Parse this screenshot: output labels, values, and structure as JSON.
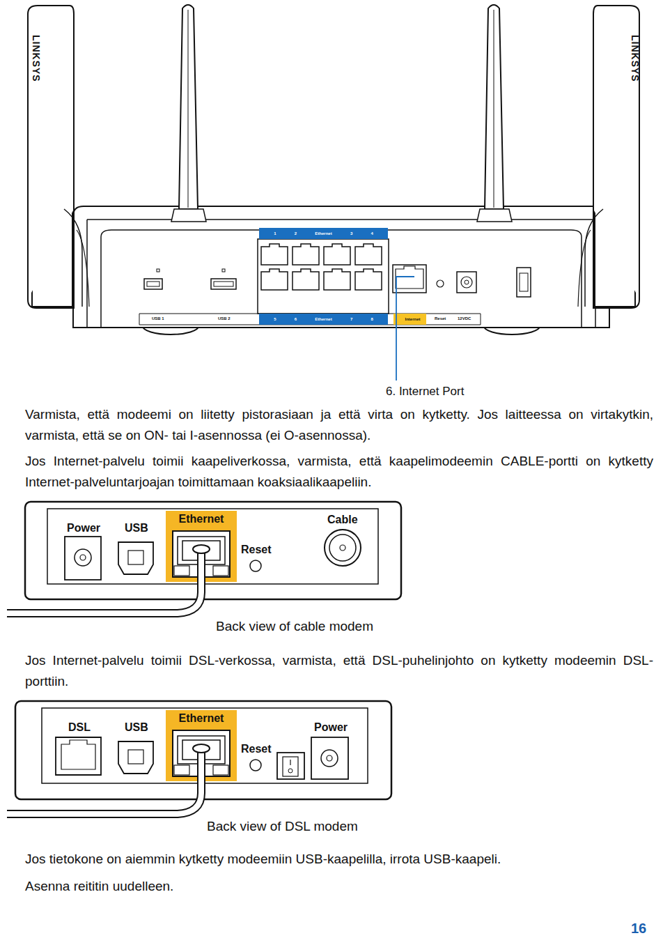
{
  "diagram": {
    "nodes": [
      {
        "text": [
          "1",
          "2",
          "Ethernet",
          "3",
          "4"
        ]
      },
      {
        "text": [
          "5",
          "6",
          "Ethernet",
          "7",
          "8"
        ]
      },
      {
        "text": [
          "Internet"
        ]
      },
      {
        "text": [
          "Ethernet"
        ]
      },
      {
        "text": [
          "Ethernet"
        ]
      }
    ],
    "labels": [
      "LINKSYS",
      "LINKSYS",
      "USB 1",
      "USB 2",
      "Reset",
      "12VDC",
      "6. Internet Port",
      "Varmista, että modeemi on liitetty pistorasiaan ja että virta on kytketty. Jos laitteessa on virtakytkin, varmista, että se on ON- tai I-asennossa (ei O-asennossa).",
      "Jos Internet-palvelu toimii kaapeliverkossa, varmista, että kaapelimodeemin CABLE-portti on kytketty Internet-palveluntarjoajan toimittamaan koaksiaalikaapeliin.",
      "Power",
      "USB",
      "Reset",
      "Cable",
      "Back view of cable modem",
      "Jos Internet-palvelu toimii DSL-verkossa, varmista, että DSL-puhelinjohto on kytketty modeemin DSL-porttiin.",
      "DSL",
      "USB",
      "Reset",
      "Power",
      "Back view of DSL modem",
      "Jos tietokone on aiemmin kytketty modeemiin USB-kaapelilla, irrota USB-kaapeli.",
      "Asenna reititin uudelleen.",
      "16"
    ]
  }
}
